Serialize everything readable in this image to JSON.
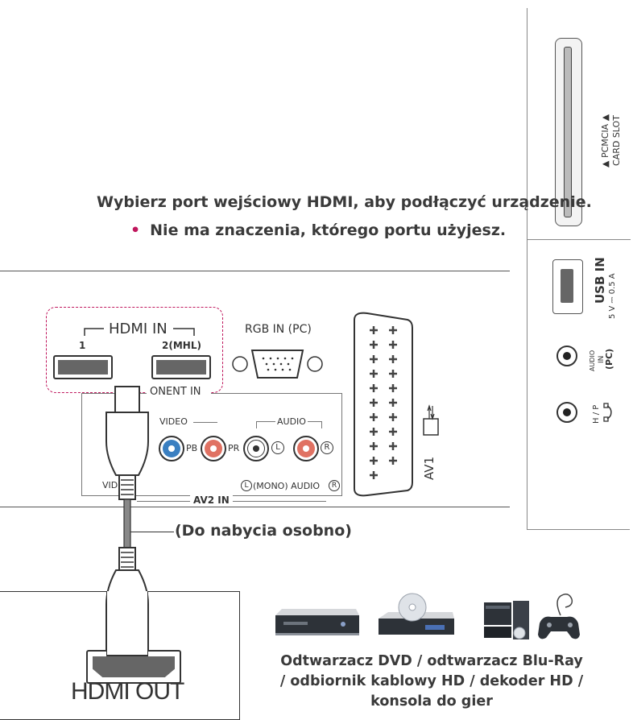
{
  "instructions": {
    "line1": "Wybierz port wejściowy HDMI, aby podłączyć urządzenie.",
    "bullet": "•",
    "line2": "Nie ma znaczenia, którego portu użyjesz."
  },
  "tv_panel": {
    "hdmi_in": "HDMI IN",
    "port1": "1",
    "port2": "2(MHL)",
    "rgb_in": "RGB IN (PC)",
    "component_in": "ONENT IN",
    "video": "VIDEO",
    "audio": "AUDIO",
    "pb": "PB",
    "pr": "PR",
    "left": "L",
    "right": "R",
    "video2": "VIDEO",
    "mono_audio": "(MONO) AUDIO",
    "av2_in": "AV2 IN",
    "av1": "AV1"
  },
  "side_panel": {
    "pcmcia1": "▲ PCMCIA ▲",
    "pcmcia2": "CARD SLOT",
    "usb_in": "USB IN",
    "usb_spec": "5 V ⎓ 0.5 A",
    "audio1": "AUDIO",
    "audio2": "IN",
    "audio3": "(PC)",
    "hp": "H / P"
  },
  "cable_note": "(Do nabycia osobno)",
  "device": {
    "hdmi_out": "HDMI OUT"
  },
  "caption": {
    "line1": "Odtwarzacz DVD / odtwarzacz Blu-Ray",
    "line2": "/ odbiornik kablowy HD / dekoder HD /",
    "line3": "konsola do gier"
  },
  "colors": {
    "accent": "#c0175d",
    "pb": "#3a7fc1",
    "pr": "#e07263",
    "line": "#555555"
  }
}
